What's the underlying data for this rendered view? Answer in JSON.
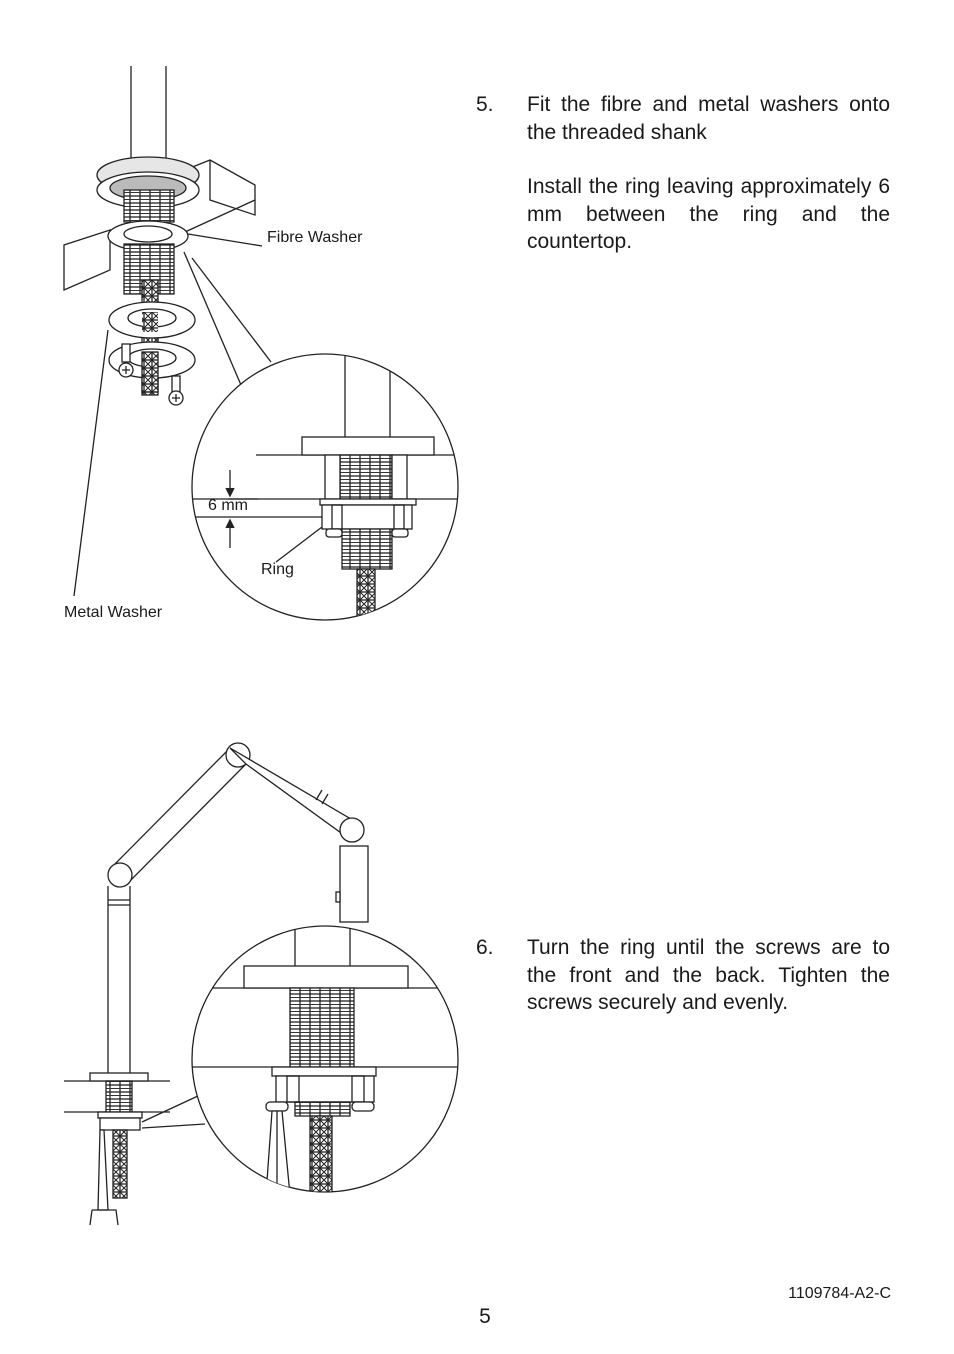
{
  "steps": [
    {
      "number": "5.",
      "paragraphs": [
        "Fit the fibre and metal washers onto the threaded shank",
        "Install the ring leaving approximately 6 mm between the ring and the countertop."
      ]
    },
    {
      "number": "6.",
      "paragraphs": [
        "Turn the ring until the screws are to the front and the back. Tighten the screws securely and evenly."
      ]
    }
  ],
  "figure1": {
    "fibre_washer_label": "Fibre Washer",
    "metal_washer_label": "Metal Washer",
    "gap_label": "6 mm",
    "ring_label": "Ring"
  },
  "footer": {
    "doc_id": "1109784-A2-C",
    "page_number": "5"
  }
}
